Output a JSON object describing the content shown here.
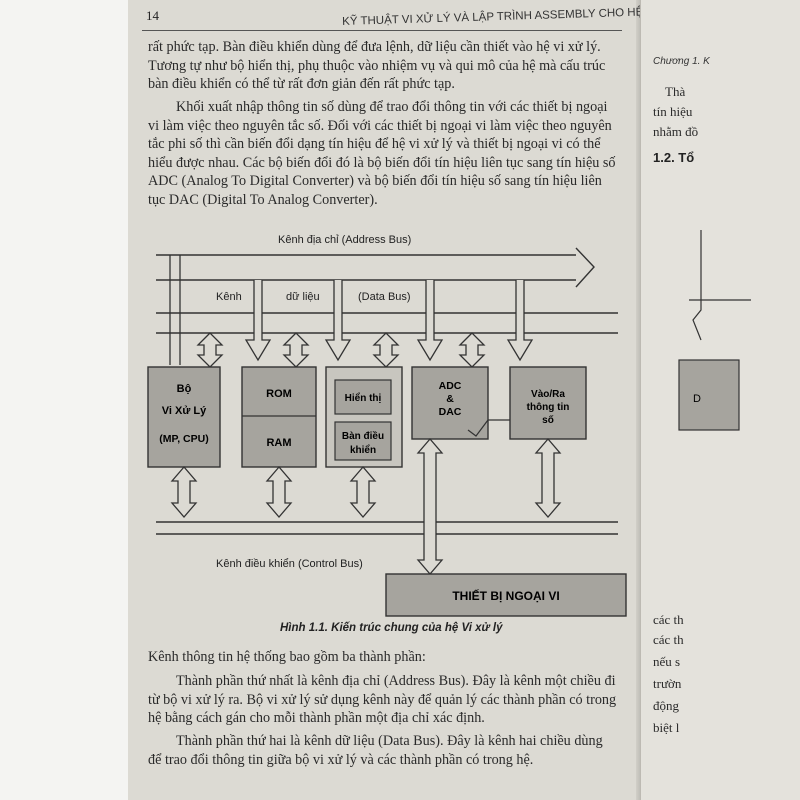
{
  "page": {
    "number": "14",
    "header": "KỸ THUẬT VI XỬ LÝ VÀ LẬP TRÌNH ASSEMBLY CHO HỆ VI XỬ LÝ",
    "para1": "rất phức tạp. Bàn điều khiển dùng để đưa lệnh, dữ liệu cần thiết vào hệ vi xử lý. Tương tự như bộ hiển thị, phụ thuộc vào nhiệm vụ và qui mô của hệ mà cấu trúc bàn điều khiển có thể từ rất đơn giản đến rất phức tạp.",
    "para2": "Khối xuất nhập thông tin số dùng để trao đổi thông tin với các thiết bị ngoại vi làm việc theo nguyên tắc số. Đối với các thiết bị ngoại vi làm việc theo nguyên tắc phi số thì cần biến đổi dạng tín hiệu để hệ vi xử lý và thiết bị ngoại vi có thể hiểu được nhau. Các bộ biến đổi đó là bộ biến đổi tín hiệu liên tục sang tín hiệu số ADC (Analog To Digital Converter) và bộ biến đổi tín hiệu số sang tín hiệu liên tục DAC (Digital To Analog Converter).",
    "para3": "Kênh thông tin hệ thống bao gồm ba thành phần:",
    "para4": "Thành phần thứ nhất là kênh địa chỉ (Address Bus). Đây là kênh một chiều đi từ bộ vi xử lý ra. Bộ vi xử lý sử dụng kênh này để quản lý các thành phần có trong hệ bằng cách gán cho mỗi thành phần một địa chỉ xác định.",
    "para5": "Thành phần thứ hai là kênh dữ liệu (Data Bus). Đây là kênh hai chiều dùng để trao đổi thông tin giữa bộ vi xử lý và các thành phần có trong hệ."
  },
  "diagram": {
    "address_bus": "Kênh địa chỉ (Address Bus)",
    "data_bus_1": "Kênh",
    "data_bus_2": "dữ liệu",
    "data_bus_3": "(Data Bus)",
    "cpu_1": "Bộ",
    "cpu_2": "Vi Xử Lý",
    "cpu_3": "(MP, CPU)",
    "rom": "ROM",
    "ram": "RAM",
    "display": "Hiển thị",
    "console_1": "Bàn điều",
    "console_2": "khiển",
    "adc_1": "ADC",
    "adc_2": "&",
    "adc_3": "DAC",
    "io_1": "Vào/Ra",
    "io_2": "thông tin",
    "io_3": "số",
    "control_bus": "Kênh điều khiển (Control Bus)",
    "peripheral": "THIẾT BỊ NGOẠI VI",
    "caption_label": "Hình 1.1.",
    "caption_text": "Kiến trúc chung của hệ Vi xử lý"
  },
  "next_page": {
    "header": "Chương 1. K",
    "line1": "Thà",
    "line2": "tín hiệu",
    "line3": "nhằm đồ",
    "title": "1.2.  Tổ",
    "d_label": "D",
    "b1": "các th",
    "b2": "các th",
    "b3": "nếu s",
    "b4": "trườn",
    "b5": "động",
    "b6": "biệt l"
  }
}
